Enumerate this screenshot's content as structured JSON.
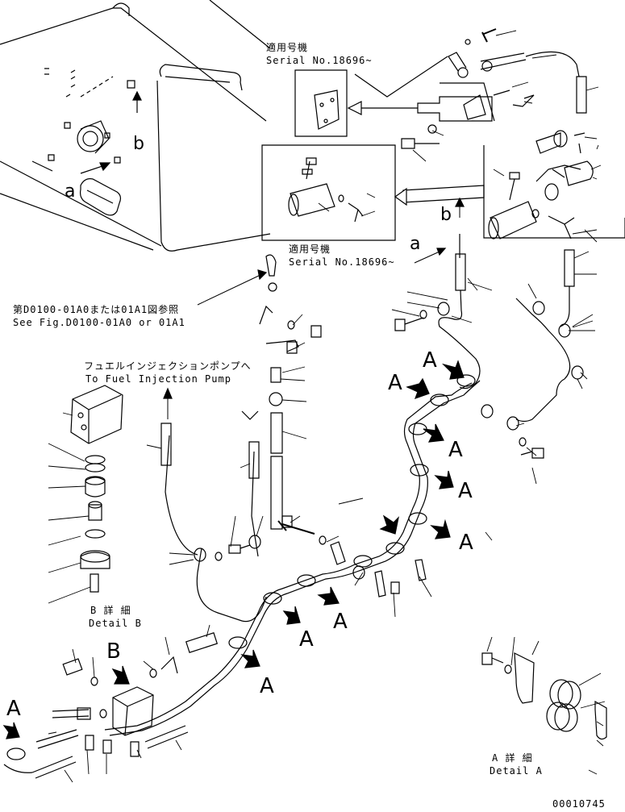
{
  "serial_notes": {
    "top_jp": "適用号機",
    "top_en": "Serial No.18696~",
    "mid_jp": "適用号機",
    "mid_en": "Serial No.18696~"
  },
  "fig_ref": {
    "jp": "第D0100-01A0または01A1図参照",
    "en": "See Fig.D0100-01A0 or 01A1"
  },
  "fuel_pump": {
    "jp": "フュエルインジェクションポンプへ",
    "en": "To Fuel Injection Pump"
  },
  "detail_b": {
    "jp": "B 詳 細",
    "en": "Detail B"
  },
  "detail_a": {
    "jp": "A 詳 細",
    "en": "Detail A"
  },
  "view_letters": {
    "a": "a",
    "b": "b"
  },
  "arrow_letter": "A",
  "detail_letter_b": "B",
  "drawing_number": "00010745"
}
